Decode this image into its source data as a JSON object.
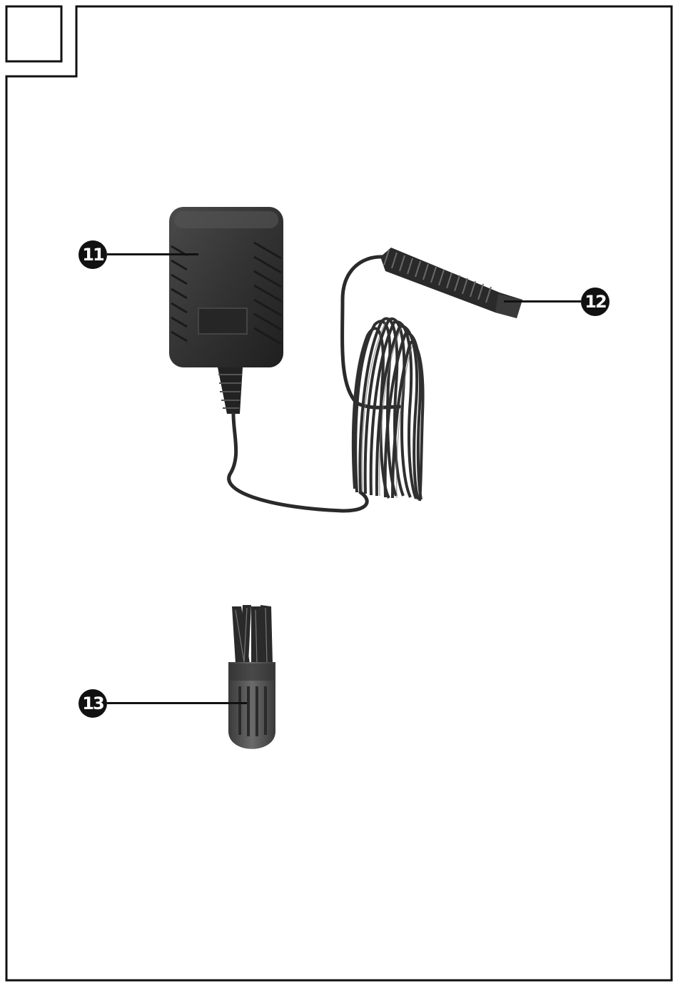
{
  "callouts": {
    "adapter": "11",
    "plug": "12",
    "brush": "13"
  },
  "icons": {
    "adapter": "power-adapter-icon",
    "plug": "appliance-plug-icon",
    "brush": "cleaning-brush-icon"
  },
  "colors": {
    "frame": "#111111",
    "device": "#2e2e2e",
    "device_highlight": "#5a5a5a",
    "background": "#ffffff"
  }
}
